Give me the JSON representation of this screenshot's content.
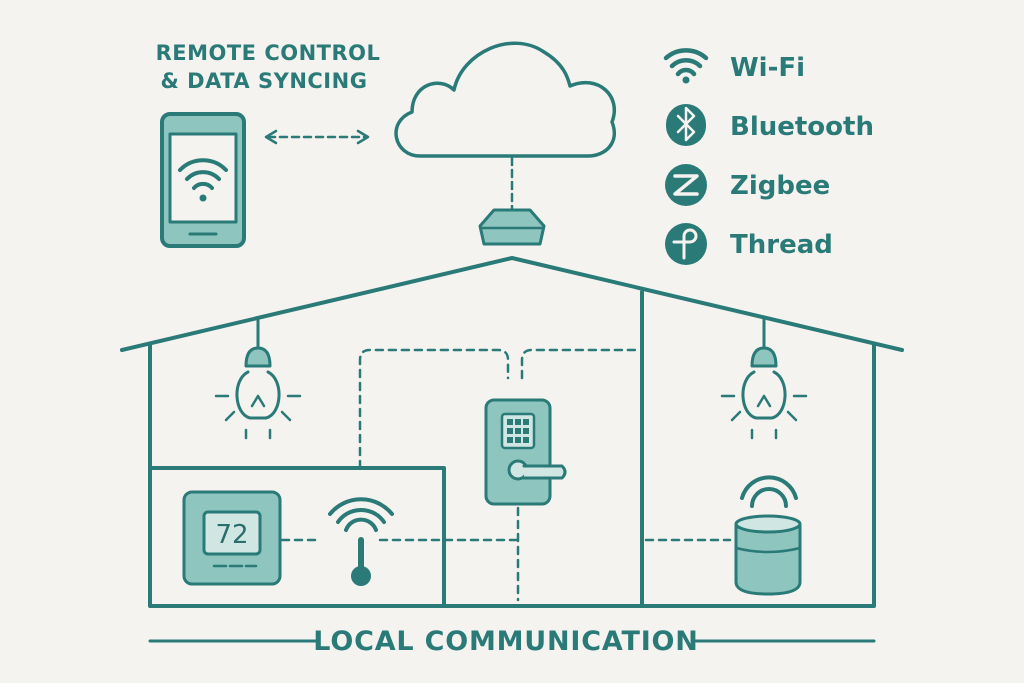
{
  "heading": {
    "line1": "REMOTE CONTROL",
    "line2": "& DATA SYNCING"
  },
  "legend": [
    {
      "label": "Wi-Fi",
      "icon": "wifi-icon"
    },
    {
      "label": "Bluetooth",
      "icon": "bluetooth-icon"
    },
    {
      "label": "Zigbee",
      "icon": "zigbee-icon"
    },
    {
      "label": "Thread",
      "icon": "thread-icon"
    }
  ],
  "thermostat": {
    "reading": "72"
  },
  "footer": {
    "label": "LOCAL COMMUNICATION"
  },
  "colors": {
    "stroke": "#2a7a78",
    "fill": "#8ec5bf",
    "fill_light": "#cfe6e2",
    "background": "#f4f3ef"
  }
}
